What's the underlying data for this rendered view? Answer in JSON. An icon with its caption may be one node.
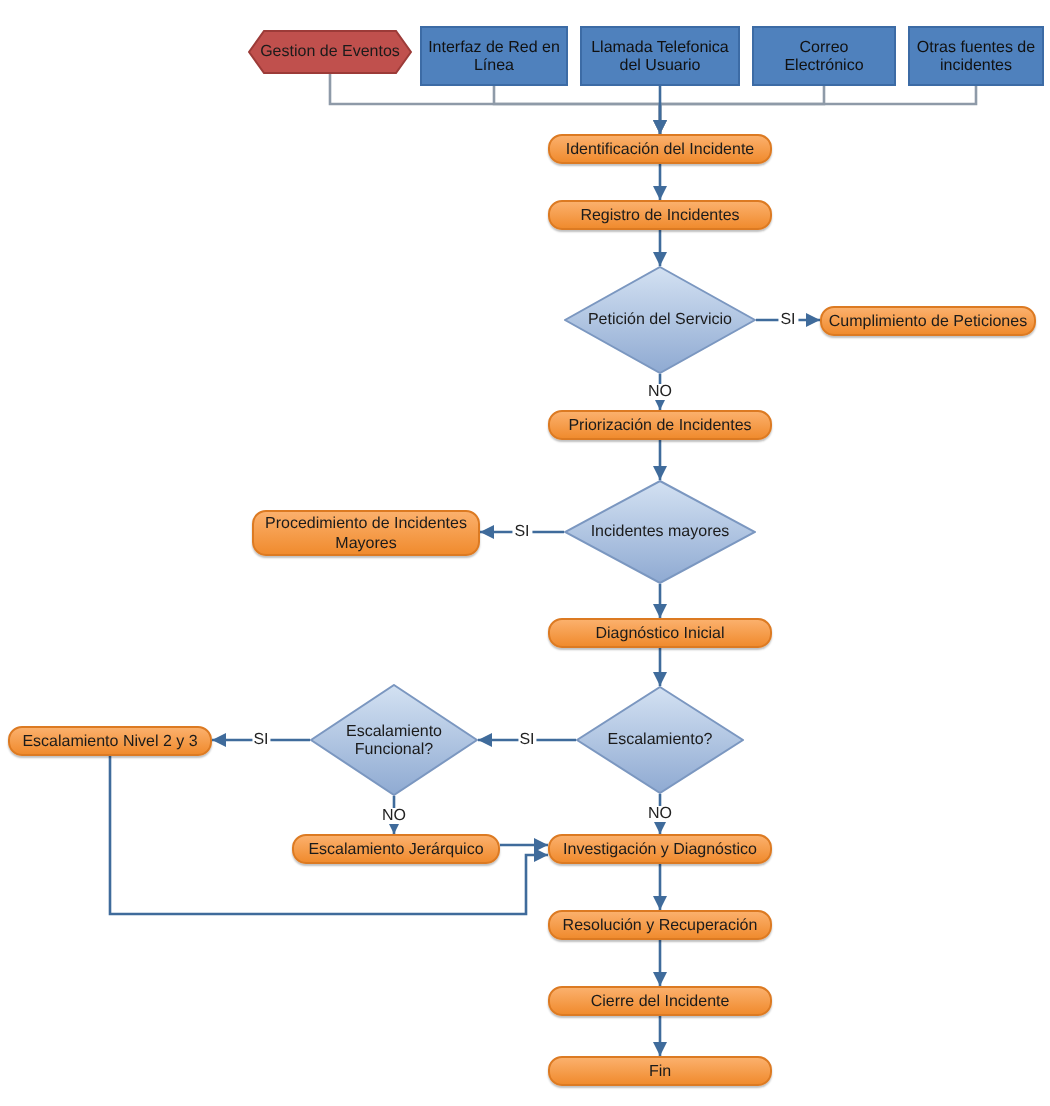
{
  "diagram": {
    "nodes": [
      {
        "text": [
          "Gestion de Eventos"
        ]
      },
      {
        "text": [
          "Interfaz de Red en Línea"
        ]
      },
      {
        "text": [
          "Llamada Telefonica del Usuario"
        ]
      },
      {
        "text": [
          "Correo Electrónico"
        ]
      },
      {
        "text": [
          "Otras fuentes de incidentes"
        ]
      },
      {
        "text": [
          "Identificación del Incidente"
        ]
      },
      {
        "text": [
          "Registro de Incidentes"
        ]
      },
      {
        "text": [
          "Petición del Servicio"
        ]
      },
      {
        "text": [
          "Cumplimiento de Peticiones"
        ]
      },
      {
        "text": [
          "Priorización de Incidentes"
        ]
      },
      {
        "text": [
          "Incidentes mayores"
        ]
      },
      {
        "text": [
          "Procedimiento de Incidentes Mayores"
        ]
      },
      {
        "text": [
          "Diagnóstico Inicial"
        ]
      },
      {
        "text": [
          "Escalamiento?"
        ]
      },
      {
        "text": [
          "Escalamiento Funcional?"
        ]
      },
      {
        "text": [
          "Escalamiento Nivel 2 y 3"
        ]
      },
      {
        "text": [
          "Escalamiento Jerárquico"
        ]
      },
      {
        "text": [
          "Investigación y Diagnóstico"
        ]
      },
      {
        "text": [
          "Resolución y Recuperación"
        ]
      },
      {
        "text": [
          "Cierre del Incidente"
        ]
      },
      {
        "text": [
          "Fin"
        ]
      }
    ],
    "edges": [
      {
        "from": 0,
        "to": 5,
        "arrow": "to",
        "color": "#8e9aa8"
      },
      {
        "from": 1,
        "to": 5,
        "arrow": "to",
        "color": "#8e9aa8"
      },
      {
        "from": 2,
        "to": 5,
        "arrow": "to"
      },
      {
        "from": 3,
        "to": 5,
        "arrow": "to",
        "color": "#8e9aa8"
      },
      {
        "from": 4,
        "to": 5,
        "arrow": "to",
        "color": "#8e9aa8"
      },
      {
        "from": 5,
        "to": 6,
        "arrow": "to"
      },
      {
        "from": 6,
        "to": 7,
        "arrow": "to"
      },
      {
        "from": 7,
        "to": 8,
        "arrow": "to",
        "label": "SI"
      },
      {
        "from": 7,
        "to": 9,
        "arrow": "to",
        "label": "NO"
      },
      {
        "from": 9,
        "to": 10,
        "arrow": "to"
      },
      {
        "from": 10,
        "to": 11,
        "arrow": "to",
        "label": "SI"
      },
      {
        "from": 10,
        "to": 12,
        "arrow": "to"
      },
      {
        "from": 12,
        "to": 13,
        "arrow": "to"
      },
      {
        "from": 13,
        "to": 14,
        "arrow": "to",
        "label": "SI"
      },
      {
        "from": 14,
        "to": 15,
        "arrow": "to",
        "label": "SI"
      },
      {
        "from": 14,
        "to": 16,
        "arrow": "to",
        "label": "NO"
      },
      {
        "from": 13,
        "to": 17,
        "arrow": "to",
        "label": "NO"
      },
      {
        "from": 16,
        "to": 17,
        "arrow": "to"
      },
      {
        "from": 15,
        "to": 17,
        "arrow": "to"
      },
      {
        "from": 17,
        "to": 18,
        "arrow": "to"
      },
      {
        "from": 18,
        "to": 19,
        "arrow": "to"
      },
      {
        "from": 19,
        "to": 20,
        "arrow": "to"
      }
    ]
  }
}
